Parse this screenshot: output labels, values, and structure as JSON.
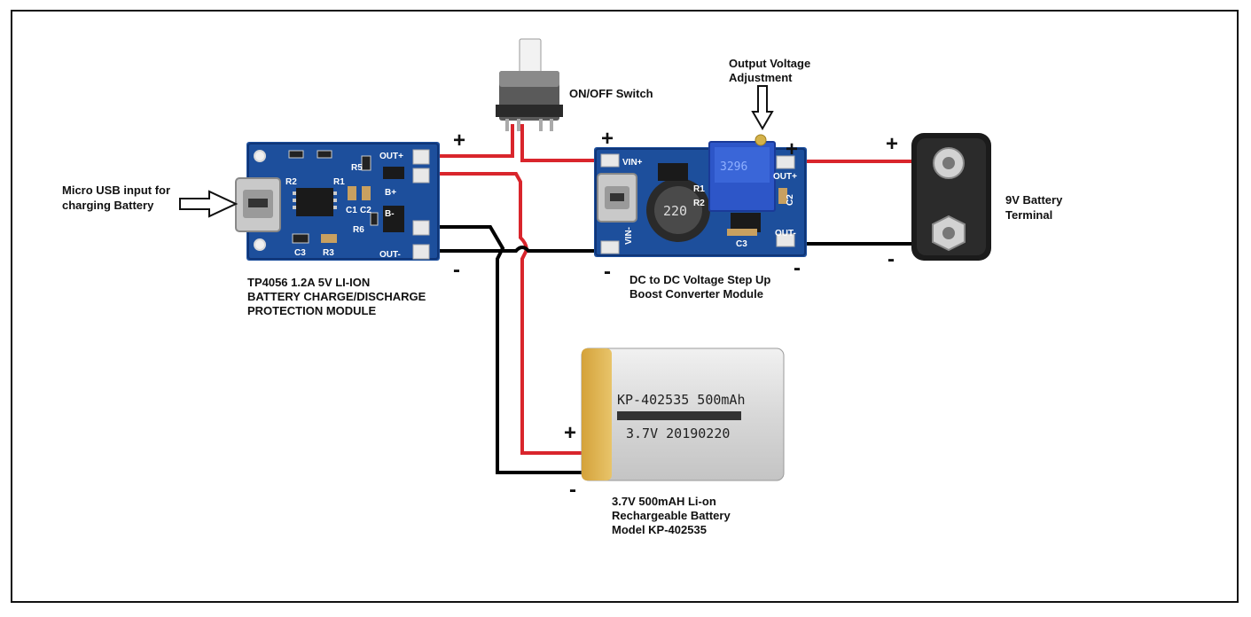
{
  "components": {
    "tp4056": {
      "label": [
        "TP4056 1.2A 5V LI-ION",
        "BATTERY CHARGE/DISCHARGE",
        "PROTECTION MODULE"
      ],
      "pins": {
        "out_plus": "OUT+",
        "b_plus": "B+",
        "b_minus": "B-",
        "out_minus": "OUT-"
      },
      "parts": {
        "r2": "R2",
        "r1": "R1",
        "r5": "R5",
        "c1": "C1",
        "c2": "C2",
        "r6": "R6",
        "c3": "C3",
        "r3": "R3"
      }
    },
    "usb_input": {
      "label": [
        "Micro USB input for",
        "charging Battery"
      ]
    },
    "switch": {
      "label": "ON/OFF Switch"
    },
    "boost": {
      "label": [
        "DC to DC Voltage Step Up",
        "Boost Converter Module"
      ],
      "pins": {
        "vin_plus": "VIN+",
        "vin_minus": "VIN-",
        "out_plus": "OUT+",
        "out_minus": "OUT-"
      },
      "parts": {
        "inductor": "220",
        "pot": "3296",
        "c3": "C3",
        "c2": "C2",
        "r1": "R1",
        "r2": "R2"
      }
    },
    "adjust": {
      "label": [
        "Output Voltage",
        "Adjustment"
      ]
    },
    "battery9v": {
      "label": [
        "9V Battery",
        "Terminal"
      ]
    },
    "lipo": {
      "label": [
        "3.7V 500mAH Li-on",
        "Rechargeable Battery",
        "Model KP-402535"
      ],
      "print_line1": "KP-402535 500mAh",
      "print_line2": "3.7V  20190220"
    }
  },
  "signs": {
    "plus": "+",
    "minus": "-"
  },
  "colors": {
    "positive_wire": "#d9252c",
    "negative_wire": "#000000",
    "pcb": "#1d4f9c",
    "pot": "#2d56c8"
  }
}
